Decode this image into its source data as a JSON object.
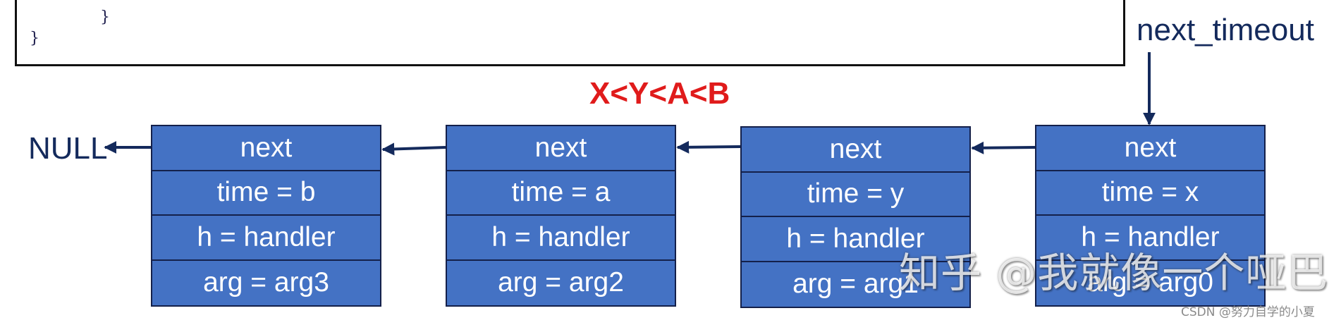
{
  "code": {
    "lines": [
      "}",
      "}"
    ]
  },
  "order_label": "X<Y<A<B",
  "null_label": "NULL",
  "head_label": "next_timeout",
  "nodes": [
    {
      "next": "next",
      "time": "time = b",
      "h": "h = handler",
      "arg": "arg = arg3"
    },
    {
      "next": "next",
      "time": "time = a",
      "h": "h = handler",
      "arg": "arg = arg2"
    },
    {
      "next": "next",
      "time": "time = y",
      "h": "h = handler",
      "arg": "arg = arg1"
    },
    {
      "next": "next",
      "time": "time = x",
      "h": "h = handler",
      "arg": "arg = arg0"
    }
  ],
  "watermark": "知乎 @我就像一个哑巴",
  "credit": "CSDN @努力自学的小夏",
  "colors": {
    "node_fill": "#4472c4",
    "node_border": "#14204a",
    "arrow": "#142a5c",
    "order_text": "#e01b1b"
  }
}
